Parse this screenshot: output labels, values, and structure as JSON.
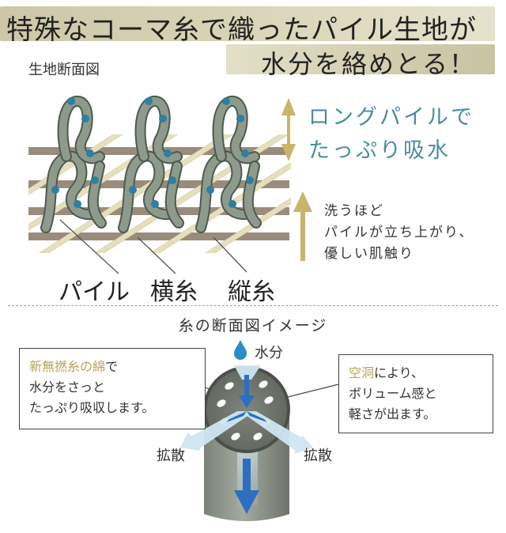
{
  "headline": {
    "line1": "特殊なコーマ糸で織ったパイル生地が",
    "line2": "水分を絡めとる！"
  },
  "cross_section": {
    "title": "生地断面図",
    "labels": {
      "pile": "パイル",
      "weft": "横糸",
      "warp": "縦糸"
    }
  },
  "long_pile": {
    "line1": "ロングパイルで",
    "line2": "たっぷり吸水"
  },
  "wash": {
    "line1": "洗うほど",
    "line2": "パイルが立ち上がり、",
    "line3": "優しい肌触り"
  },
  "yarn_image": {
    "title": "糸の断面図イメージ",
    "water": "水分",
    "diffuse_left": "拡散",
    "diffuse_right": "拡散",
    "left_box": {
      "highlight": "新無撚糸の綿",
      "rest1": "で",
      "line2": "水分をさっと",
      "line3": "たっぷり吸収します。"
    },
    "right_box": {
      "highlight": "空洞",
      "rest1": "により、",
      "line2": "ボリューム感と",
      "line3": "軽さが出ます。"
    }
  },
  "colors": {
    "highlight_band": "#d3cdb0",
    "pile_fill": "#8e9a8c",
    "pile_stroke": "#4e5a50",
    "dot": "#2e7fa0",
    "warp_band": "#9a8c7c",
    "weft_thread": "#e6dfbe",
    "arrow_gold": "#c9b56a",
    "teal_text": "#4a8ca3",
    "yarn_grey": "#8e948c",
    "arrow_blue": "#2c6fc0"
  }
}
